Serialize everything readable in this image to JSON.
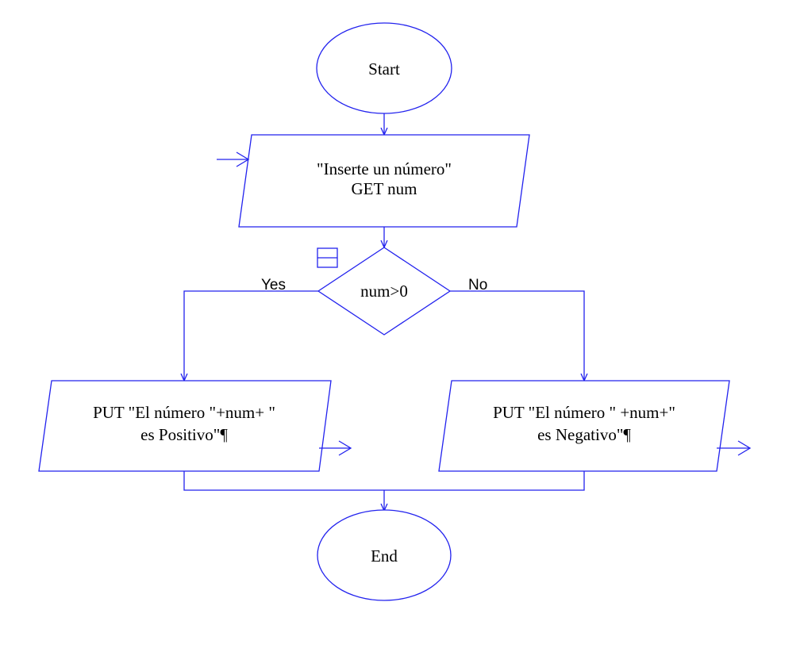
{
  "colors": {
    "stroke": "#2222ee",
    "text": "#000000",
    "background": "#ffffff"
  },
  "nodes": {
    "start": {
      "label": "Start"
    },
    "input": {
      "line1": "\"Inserte un número\"",
      "line2": "GET num"
    },
    "decision": {
      "label": "num>0",
      "yes_label": "Yes",
      "no_label": "No"
    },
    "output_positive": {
      "line1": "PUT \"El número \"+num+ \"",
      "line2": "es Positivo\"¶"
    },
    "output_negative": {
      "line1": "PUT \"El número \" +num+\"",
      "line2": "es Negativo\"¶"
    },
    "end": {
      "label": "End"
    }
  },
  "icons": {
    "decision_toggle": "collapse-box-icon",
    "input_arrow": "arrow-right-icon",
    "output_arrow": "arrow-right-icon"
  }
}
